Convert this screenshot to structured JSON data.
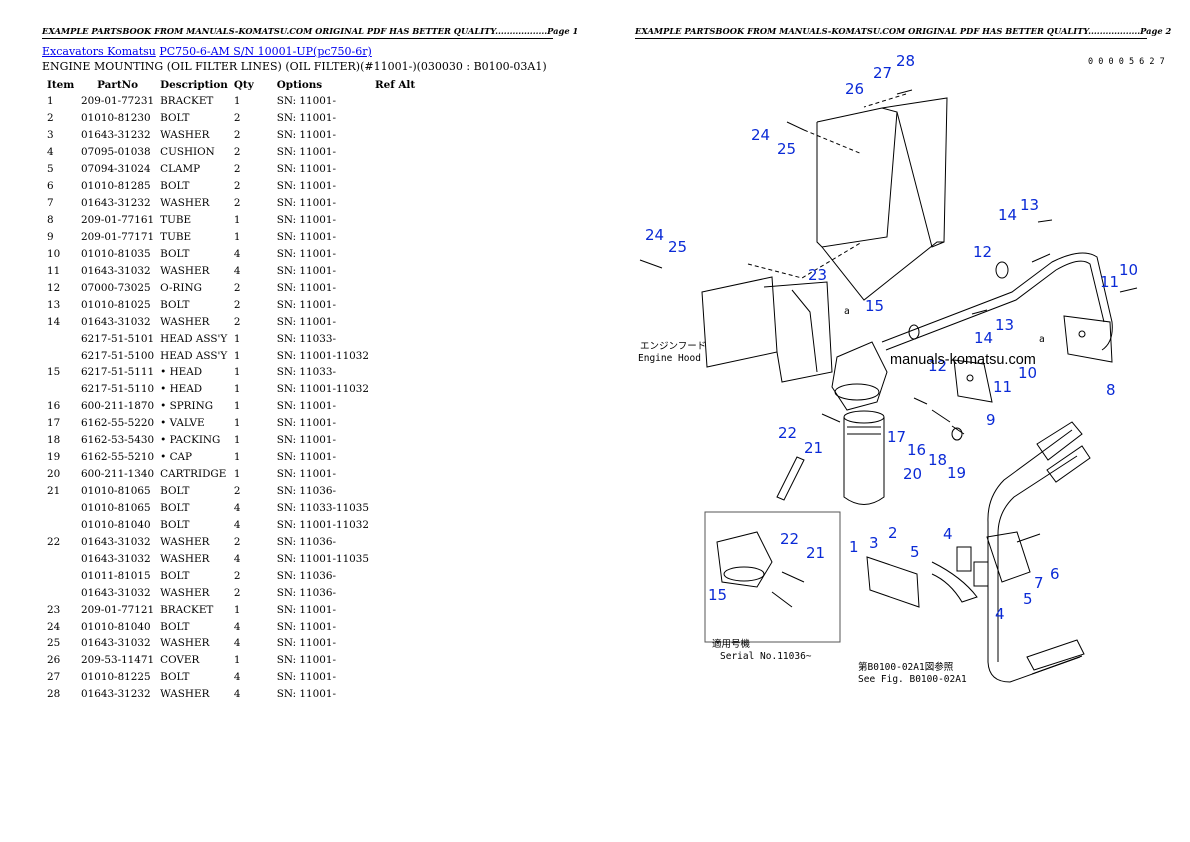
{
  "page1": {
    "header": "EXAMPLE PARTSBOOK FROM MANUALS-KOMATSU.COM ORIGINAL PDF HAS BETTER QUALITY..................Page 1",
    "breadcrumb": {
      "link1": "Excavators Komatsu",
      "link2": "PC750-6-AM S/N 10001-UP(pc750-6r)"
    },
    "title": "ENGINE MOUNTING (OIL FILTER LINES) (OIL FILTER)(#11001-)(030030 : B0100-03A1)",
    "columns": [
      "Item",
      "PartNo",
      "Description",
      "Qty",
      "Options",
      "Ref Alt"
    ],
    "rows": [
      [
        "1",
        "209-01-77231",
        "BRACKET",
        "1",
        "SN: 11001-",
        ""
      ],
      [
        "2",
        "01010-81230",
        "BOLT",
        "2",
        "SN: 11001-",
        ""
      ],
      [
        "3",
        "01643-31232",
        "WASHER",
        "2",
        "SN: 11001-",
        ""
      ],
      [
        "4",
        "07095-01038",
        "CUSHION",
        "2",
        "SN: 11001-",
        ""
      ],
      [
        "5",
        "07094-31024",
        "CLAMP",
        "2",
        "SN: 11001-",
        ""
      ],
      [
        "6",
        "01010-81285",
        "BOLT",
        "2",
        "SN: 11001-",
        ""
      ],
      [
        "7",
        "01643-31232",
        "WASHER",
        "2",
        "SN: 11001-",
        ""
      ],
      [
        "8",
        "209-01-77161",
        "TUBE",
        "1",
        "SN: 11001-",
        ""
      ],
      [
        "9",
        "209-01-77171",
        "TUBE",
        "1",
        "SN: 11001-",
        ""
      ],
      [
        "10",
        "01010-81035",
        "BOLT",
        "4",
        "SN: 11001-",
        ""
      ],
      [
        "11",
        "01643-31032",
        "WASHER",
        "4",
        "SN: 11001-",
        ""
      ],
      [
        "12",
        "07000-73025",
        "O-RING",
        "2",
        "SN: 11001-",
        ""
      ],
      [
        "13",
        "01010-81025",
        "BOLT",
        "2",
        "SN: 11001-",
        ""
      ],
      [
        "14",
        "01643-31032",
        "WASHER",
        "2",
        "SN: 11001-",
        ""
      ],
      [
        "",
        "6217-51-5101",
        "HEAD ASS'Y",
        "1",
        "SN: 11033-",
        ""
      ],
      [
        "",
        "6217-51-5100",
        "HEAD ASS'Y",
        "1",
        "SN: 11001-11032",
        ""
      ],
      [
        "15",
        "6217-51-5111",
        "• HEAD",
        "1",
        "SN: 11033-",
        ""
      ],
      [
        "",
        "6217-51-5110",
        "• HEAD",
        "1",
        "SN: 11001-11032",
        ""
      ],
      [
        "16",
        "600-211-1870",
        "• SPRING",
        "1",
        "SN: 11001-",
        ""
      ],
      [
        "17",
        "6162-55-5220",
        "• VALVE",
        "1",
        "SN: 11001-",
        ""
      ],
      [
        "18",
        "6162-53-5430",
        "• PACKING",
        "1",
        "SN: 11001-",
        ""
      ],
      [
        "19",
        "6162-55-5210",
        "• CAP",
        "1",
        "SN: 11001-",
        ""
      ],
      [
        "20",
        "600-211-1340",
        "CARTRIDGE",
        "1",
        "SN: 11001-",
        ""
      ],
      [
        "21",
        "01010-81065",
        "BOLT",
        "2",
        "SN: 11036-",
        ""
      ],
      [
        "",
        "01010-81065",
        "BOLT",
        "4",
        "SN: 11033-11035",
        ""
      ],
      [
        "",
        "01010-81040",
        "BOLT",
        "4",
        "SN: 11001-11032",
        ""
      ],
      [
        "22",
        "01643-31032",
        "WASHER",
        "2",
        "SN: 11036-",
        ""
      ],
      [
        "",
        "01643-31032",
        "WASHER",
        "4",
        "SN: 11001-11035",
        ""
      ],
      [
        "",
        "01011-81015",
        "BOLT",
        "2",
        "SN: 11036-",
        ""
      ],
      [
        "",
        "01643-31032",
        "WASHER",
        "2",
        "SN: 11036-",
        ""
      ],
      [
        "23",
        "209-01-77121",
        "BRACKET",
        "1",
        "SN: 11001-",
        ""
      ],
      [
        "24",
        "01010-81040",
        "BOLT",
        "4",
        "SN: 11001-",
        ""
      ],
      [
        "25",
        "01643-31032",
        "WASHER",
        "4",
        "SN: 11001-",
        ""
      ],
      [
        "26",
        "209-53-11471",
        "COVER",
        "1",
        "SN: 11001-",
        ""
      ],
      [
        "27",
        "01010-81225",
        "BOLT",
        "4",
        "SN: 11001-",
        ""
      ],
      [
        "28",
        "01643-31232",
        "WASHER",
        "4",
        "SN: 11001-",
        ""
      ]
    ]
  },
  "page2": {
    "header": "EXAMPLE PARTSBOOK FROM MANUALS-KOMATSU.COM ORIGINAL PDF HAS BETTER QUALITY..................Page 2",
    "figure_id": "0 0 0 0 5 6 2 7",
    "watermark": "manuals-komatsu.com",
    "engine_hood_jp": "エンジンフード",
    "engine_hood_en": "Engine Hood",
    "arrow_a": "a",
    "serial_jp": "適用号機",
    "serial_en": "Serial No.11036~",
    "see_fig_jp": "第B0100-02A1図参照",
    "see_fig_en": "See Fig. B0100-02A1",
    "labels": [
      {
        "n": "28"
      },
      {
        "n": "27"
      },
      {
        "n": "26"
      },
      {
        "n": "24"
      },
      {
        "n": "25"
      },
      {
        "n": "24"
      },
      {
        "n": "25"
      },
      {
        "n": "23"
      },
      {
        "n": "15"
      },
      {
        "n": "12"
      },
      {
        "n": "14"
      },
      {
        "n": "13"
      },
      {
        "n": "14"
      },
      {
        "n": "13"
      },
      {
        "n": "12"
      },
      {
        "n": "11"
      },
      {
        "n": "10"
      },
      {
        "n": "11"
      },
      {
        "n": "10"
      },
      {
        "n": "8"
      },
      {
        "n": "9"
      },
      {
        "n": "22"
      },
      {
        "n": "21"
      },
      {
        "n": "17"
      },
      {
        "n": "16"
      },
      {
        "n": "18"
      },
      {
        "n": "19"
      },
      {
        "n": "20"
      },
      {
        "n": "22"
      },
      {
        "n": "21"
      },
      {
        "n": "15"
      },
      {
        "n": "1"
      },
      {
        "n": "3"
      },
      {
        "n": "2"
      },
      {
        "n": "5"
      },
      {
        "n": "4"
      },
      {
        "n": "7"
      },
      {
        "n": "6"
      },
      {
        "n": "5"
      },
      {
        "n": "4"
      }
    ]
  }
}
